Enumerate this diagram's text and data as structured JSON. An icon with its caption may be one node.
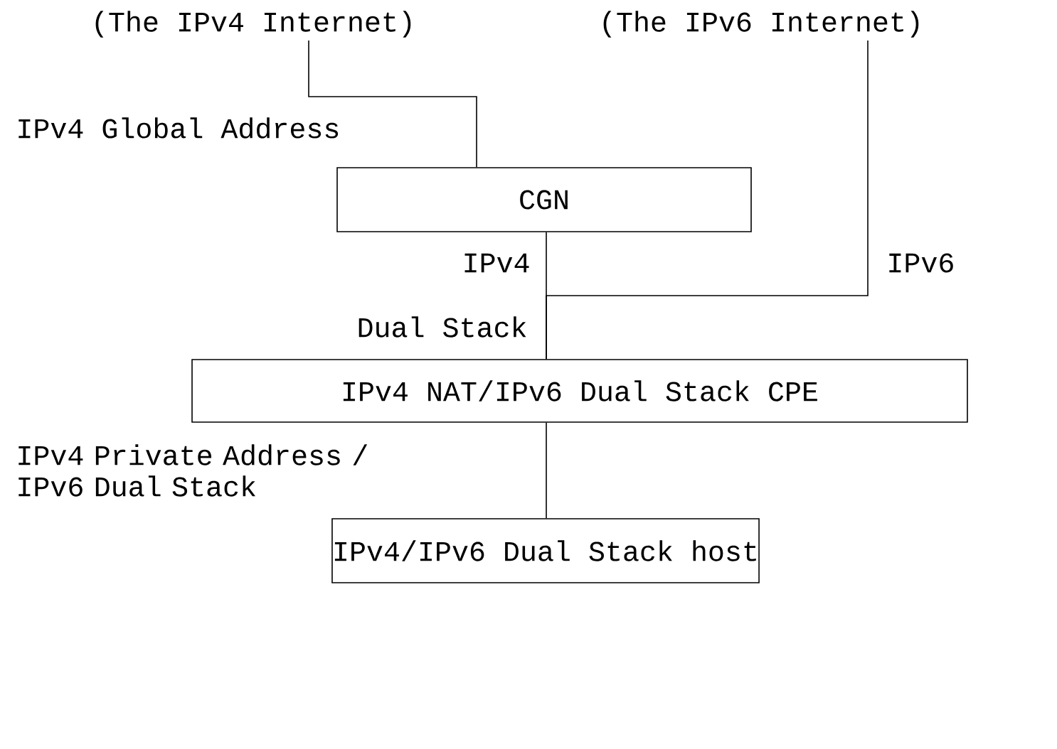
{
  "diagram": {
    "nodes": [
      {
        "text": [
          "(The IPv4 Internet)"
        ]
      },
      {
        "text": [
          "(The IPv6 Internet)"
        ]
      },
      {
        "text": [
          "CGN"
        ]
      },
      {
        "text": [
          "IPv4 NAT/IPv6 Dual Stack CPE"
        ]
      },
      {
        "text": [
          "IPv4/IPv6 Dual Stack host"
        ]
      }
    ],
    "edges": [
      {
        "from": 0,
        "to": 2,
        "arrow": "none"
      },
      {
        "from": 2,
        "to": 3,
        "arrow": "none",
        "label": "IPv4"
      },
      {
        "from": 1,
        "to": 3,
        "arrow": "none",
        "label": "IPv6"
      },
      {
        "from": 3,
        "to": 4,
        "arrow": "none"
      }
    ],
    "labels": [
      "IPv4 Global Address",
      "Dual Stack",
      "IPv4 Private Address / IPv6 Dual Stack"
    ]
  }
}
